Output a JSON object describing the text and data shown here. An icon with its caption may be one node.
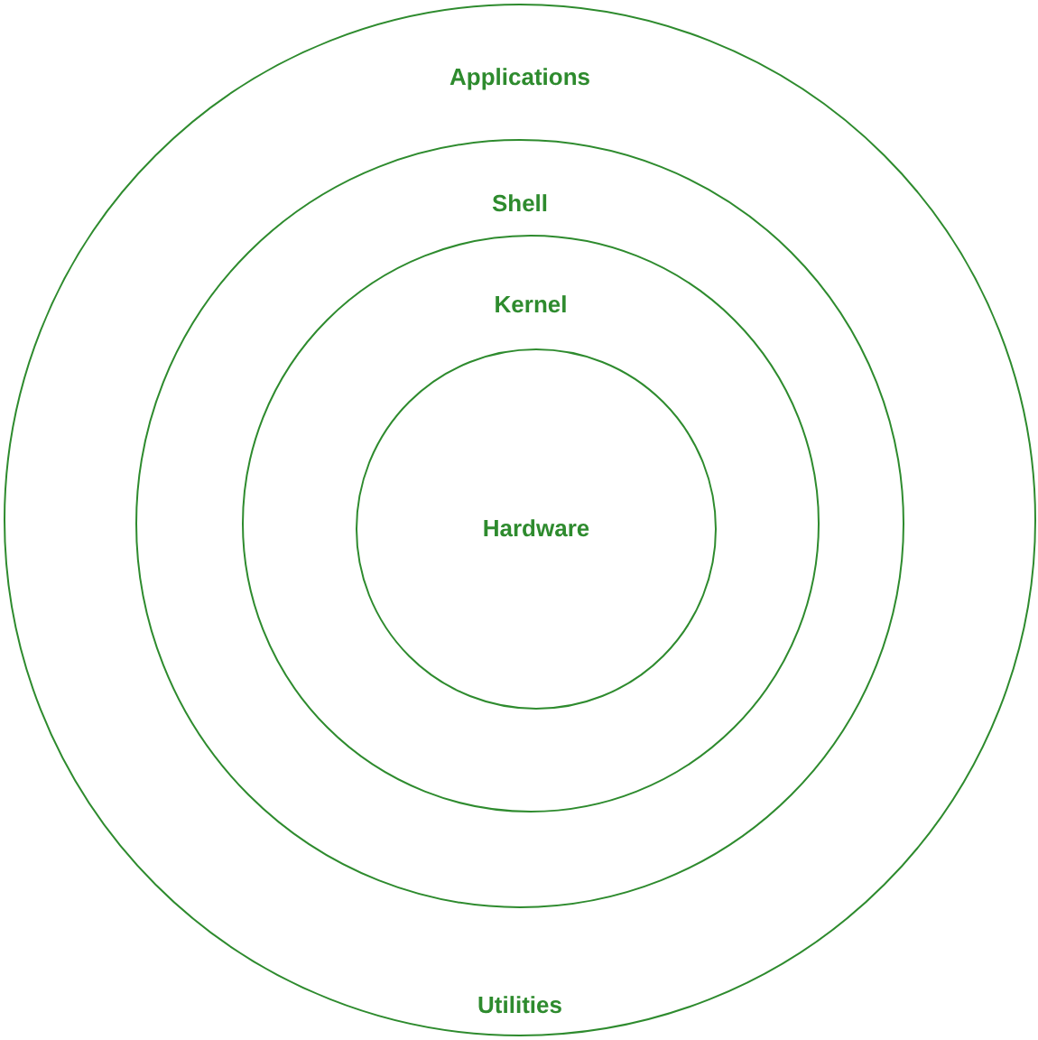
{
  "diagram": {
    "nodes": [
      {
        "text": [
          "Applications",
          "Utilities"
        ]
      },
      {
        "text": [
          "Shell"
        ],
        "in": 0
      },
      {
        "text": [
          "Kernel"
        ],
        "in": 1
      },
      {
        "text": [
          "Hardware"
        ],
        "in": 2
      }
    ]
  }
}
